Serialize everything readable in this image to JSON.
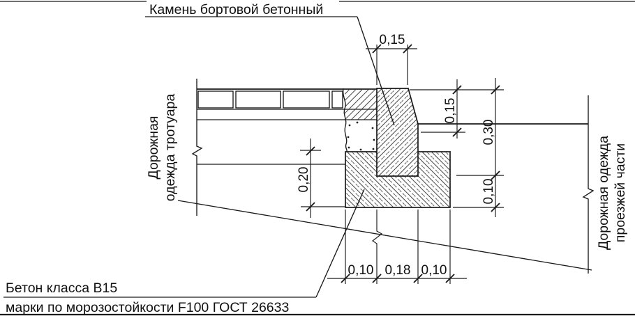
{
  "title": {
    "label": "Камень бортовой бетонный"
  },
  "labels": {
    "sidewalk": {
      "line1": "Дорожная",
      "line2": "одежда тротуара"
    },
    "roadway": {
      "line1": "Дорожная одежда",
      "line2": "проезжей части"
    }
  },
  "note": {
    "line1": "Бетон класса B15",
    "line2": "марки по морозостойкости F100 ГОСТ 26633"
  },
  "dimensions": {
    "curb_top_width": "0,15",
    "curb_exposed_height": "0,15",
    "curb_total_height": "0,30",
    "foundation_under_curb": "0,10",
    "foundation_side_height": "0,20",
    "base_left_width": "0,10",
    "curb_base_width": "0,18",
    "base_right_width": "0,10"
  },
  "colors": {
    "line": "#1a1a1a",
    "hatch": "#3a3a3a",
    "background": "#ffffff"
  }
}
